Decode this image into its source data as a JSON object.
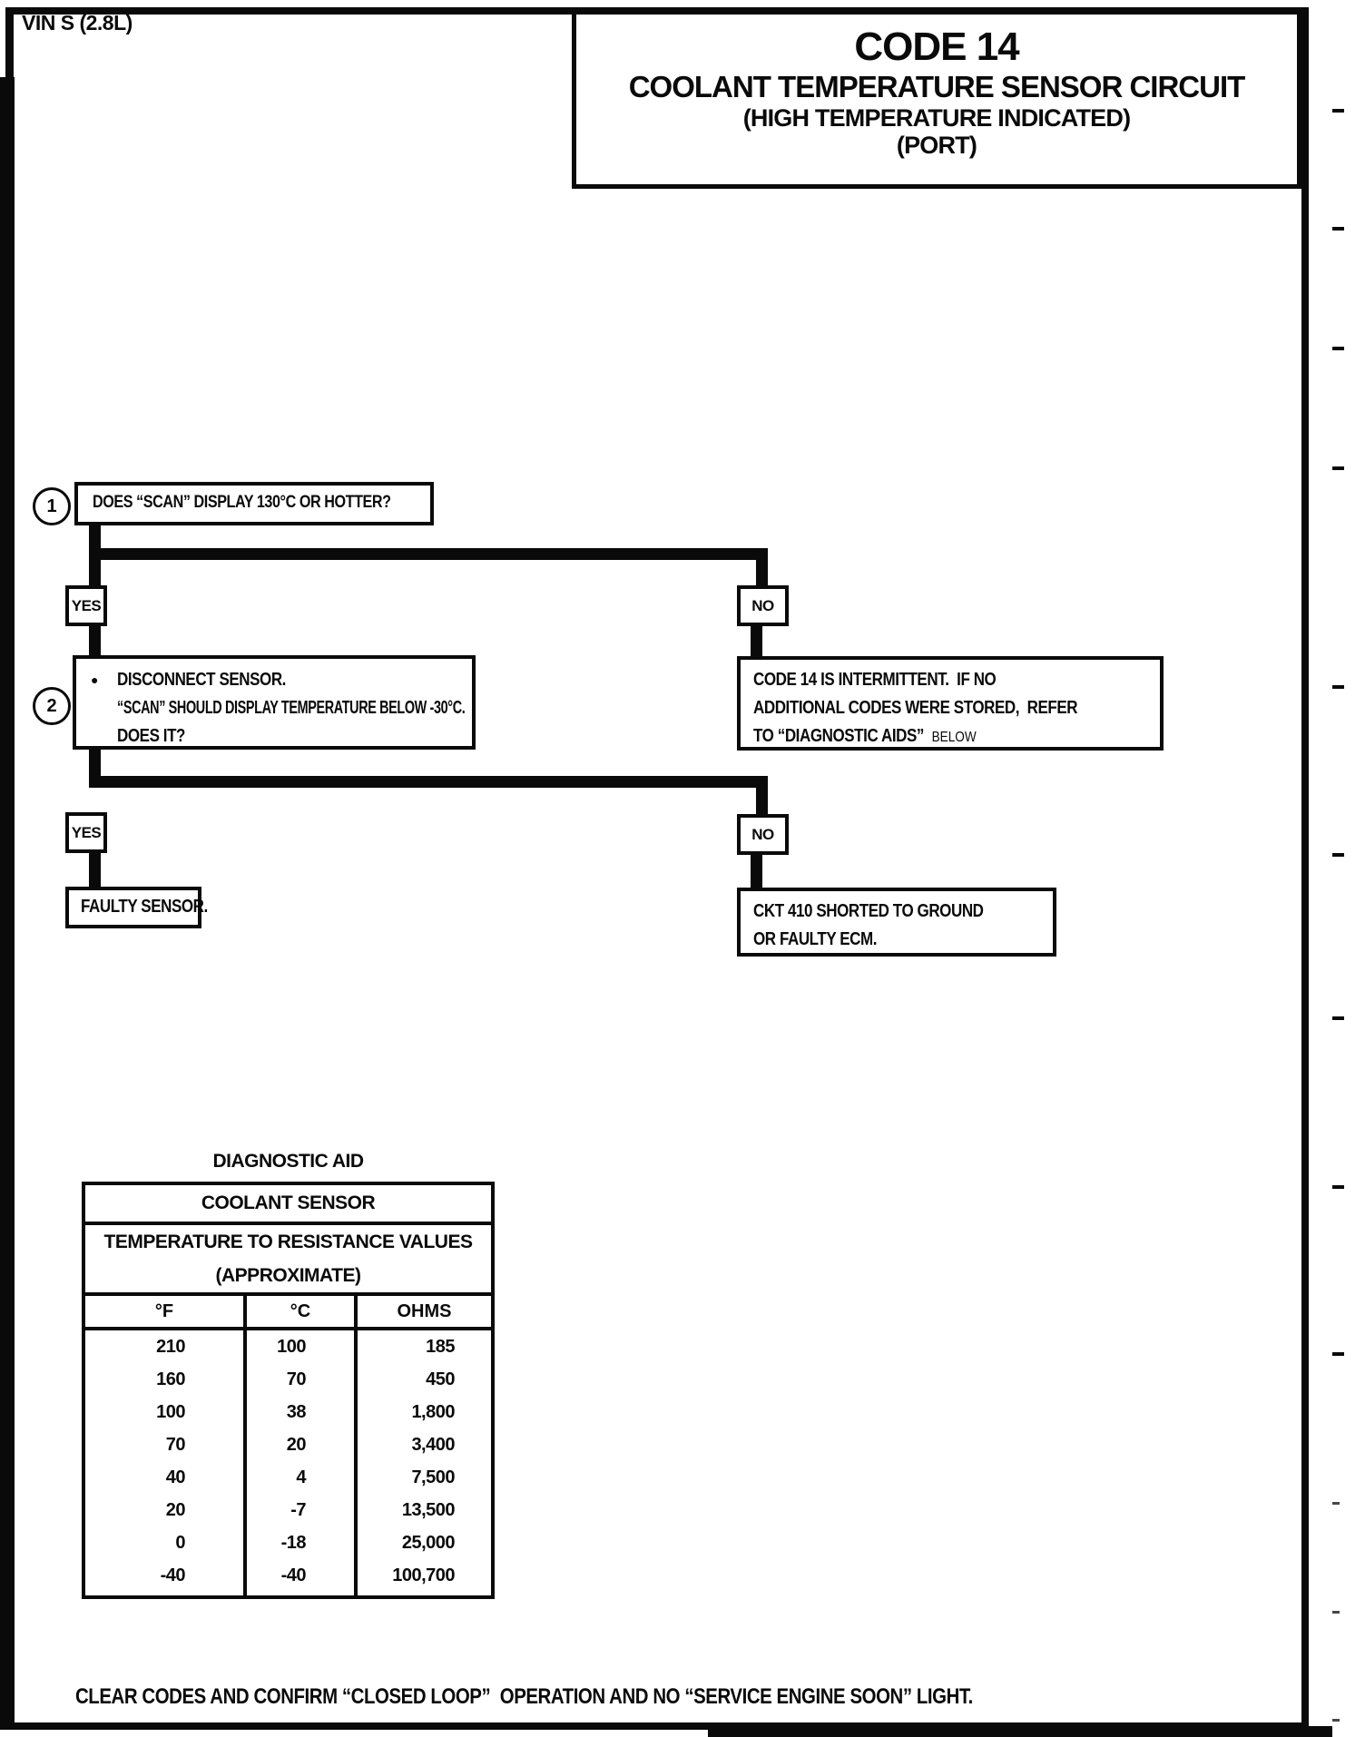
{
  "page": {
    "vin_label": "VIN S (2.8L)",
    "footer_note": "CLEAR CODES AND CONFIRM “CLOSED LOOP”  OPERATION AND NO “SERVICE ENGINE SOON” LIGHT.",
    "ink_color": "#0a0a0a",
    "paper_color": "#ffffff"
  },
  "title_box": {
    "code": "CODE 14",
    "subtitle": "COOLANT TEMPERATURE SENSOR CIRCUIT",
    "qualifier1": "(HIGH TEMPERATURE INDICATED)",
    "qualifier2": "(PORT)"
  },
  "flowchart": {
    "step1": {
      "number": "1",
      "question": "DOES “SCAN” DISPLAY 130°C OR HOTTER?",
      "yes_label": "YES",
      "no_label": "NO"
    },
    "step2": {
      "number": "2",
      "bullet": "●",
      "line1": "DISCONNECT SENSOR.",
      "line2": "“SCAN” SHOULD DISPLAY TEMPERATURE BELOW -30°C.",
      "line3": "DOES IT?",
      "yes_label": "YES",
      "no_label": "NO"
    },
    "intermittent_box": {
      "line1": "CODE 14 IS INTERMITTENT.  IF NO",
      "line2": "ADDITIONAL CODES WERE STORED,  REFER",
      "line3": "TO “DIAGNOSTIC AIDS”",
      "below_word": "BELOW"
    },
    "faulty_sensor_box": {
      "text": "FAULTY SENSOR."
    },
    "ckt_box": {
      "line1": "CKT 410 SHORTED TO GROUND",
      "line2": "OR FAULTY ECM."
    }
  },
  "diagnostic_aid": {
    "label": "DIAGNOSTIC AID",
    "table": {
      "title": "COOLANT SENSOR",
      "subtitle1": "TEMPERATURE TO RESISTANCE VALUES",
      "subtitle2": "(APPROXIMATE)",
      "col_f": "°F",
      "col_c": "°C",
      "col_ohms": "OHMS",
      "rows": [
        [
          "210",
          "100",
          "185"
        ],
        [
          "160",
          "70",
          "450"
        ],
        [
          "100",
          "38",
          "1,800"
        ],
        [
          "70",
          "20",
          "3,400"
        ],
        [
          "40",
          "4",
          "7,500"
        ],
        [
          "20",
          "-7",
          "13,500"
        ],
        [
          "0",
          "-18",
          "25,000"
        ],
        [
          "-40",
          "-40",
          "100,700"
        ]
      ]
    }
  }
}
